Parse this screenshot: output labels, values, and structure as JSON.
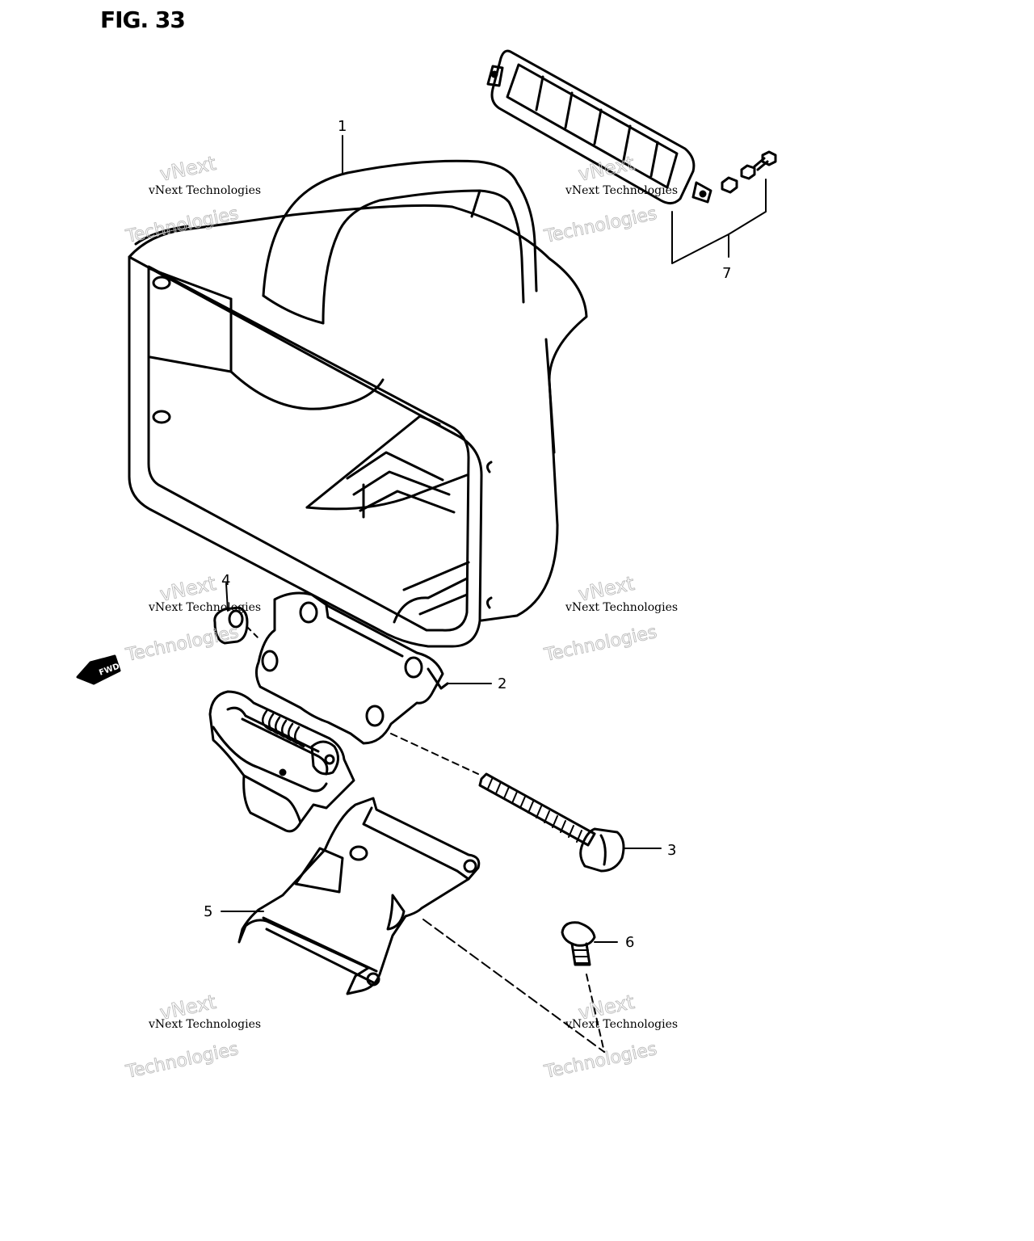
{
  "figure": {
    "title": "FIG. 33"
  },
  "callouts": [
    {
      "id": "1",
      "label": "1"
    },
    {
      "id": "2",
      "label": "2"
    },
    {
      "id": "3",
      "label": "3"
    },
    {
      "id": "4",
      "label": "4"
    },
    {
      "id": "5",
      "label": "5"
    },
    {
      "id": "6",
      "label": "6"
    },
    {
      "id": "7",
      "label": "7"
    }
  ],
  "direction_arrow": {
    "label": "FWD"
  },
  "watermark": {
    "line1": "vNext Technologies",
    "line2": "vNext",
    "line3": "Technologies"
  }
}
